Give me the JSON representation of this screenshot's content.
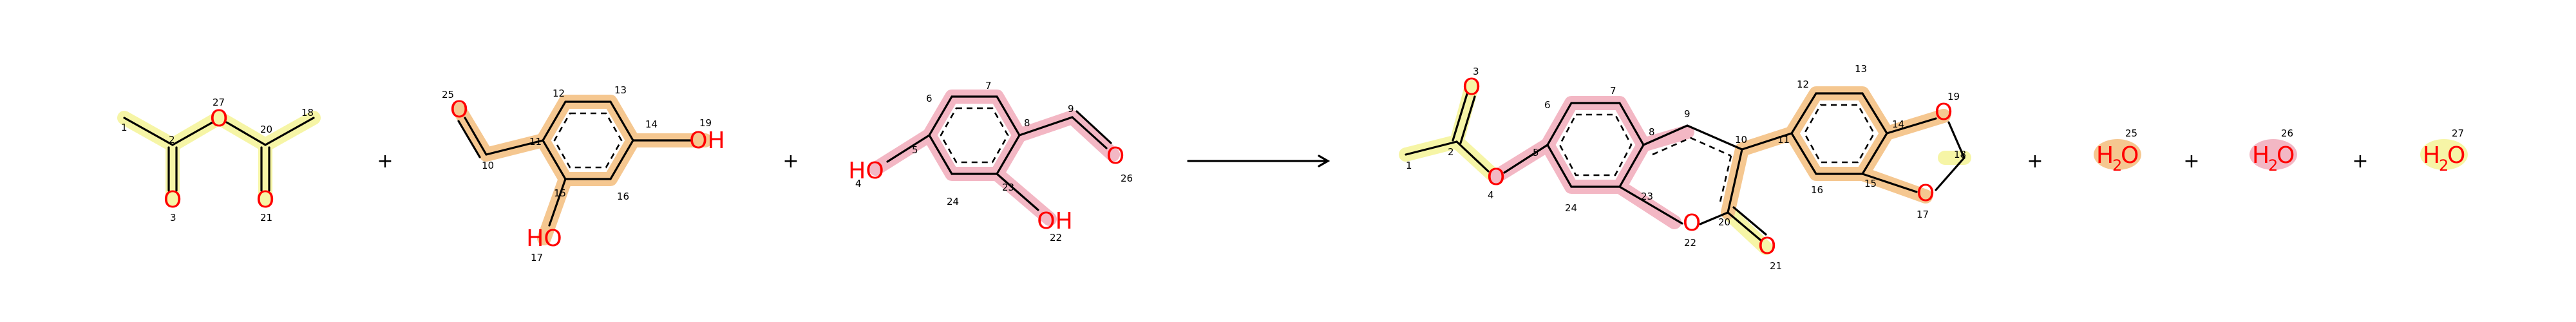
{
  "colors": {
    "acetic_anhydride": "#f6f5a6",
    "hydroxybenzaldehyde": "#f5c790",
    "pink": "#f3b7c4",
    "bond": "#000000",
    "heteroatom": "#ff0000"
  },
  "operators": {
    "plus": "+"
  },
  "reactant1": {
    "atoms": {
      "O": "O"
    },
    "indices": {
      "i1": "1",
      "i2": "2",
      "i3": "3",
      "i27": "27",
      "i20": "20",
      "i21": "21",
      "i18": "18"
    }
  },
  "reactant2": {
    "atoms": {
      "O": "O",
      "OH": "OH",
      "HO": "HO"
    },
    "indices": {
      "i25": "25",
      "i10": "10",
      "i11": "11",
      "i12": "12",
      "i13": "13",
      "i14": "14",
      "i19": "19",
      "i15": "15",
      "i16": "16",
      "i17": "17"
    }
  },
  "reactant3": {
    "atoms": {
      "O": "O",
      "HO": "HO",
      "OH": "OH"
    },
    "indices": {
      "i6": "6",
      "i7": "7",
      "i8": "8",
      "i9": "9",
      "i26": "26",
      "i5": "5",
      "i4": "4",
      "i24": "24",
      "i23": "23",
      "i22": "22"
    }
  },
  "product": {
    "atoms": {
      "O": "O"
    },
    "indices": {
      "i3": "3",
      "i2": "2",
      "i1": "1",
      "i4": "4",
      "i5": "5",
      "i6": "6",
      "i7": "7",
      "i8": "8",
      "i9": "9",
      "i10": "10",
      "i11": "11",
      "i12": "12",
      "i13": "13",
      "i14": "14",
      "i19": "19",
      "i18": "18",
      "i17": "17",
      "i15": "15",
      "i16": "16",
      "i20": "20",
      "i21": "21",
      "i22": "22",
      "i23": "23",
      "i24": "24"
    }
  },
  "waters": [
    {
      "h": "H",
      "sub": "2",
      "o": "O",
      "index": "25"
    },
    {
      "h": "H",
      "sub": "2",
      "o": "O",
      "index": "26"
    },
    {
      "h": "H",
      "sub": "2",
      "o": "O",
      "index": "27"
    }
  ]
}
